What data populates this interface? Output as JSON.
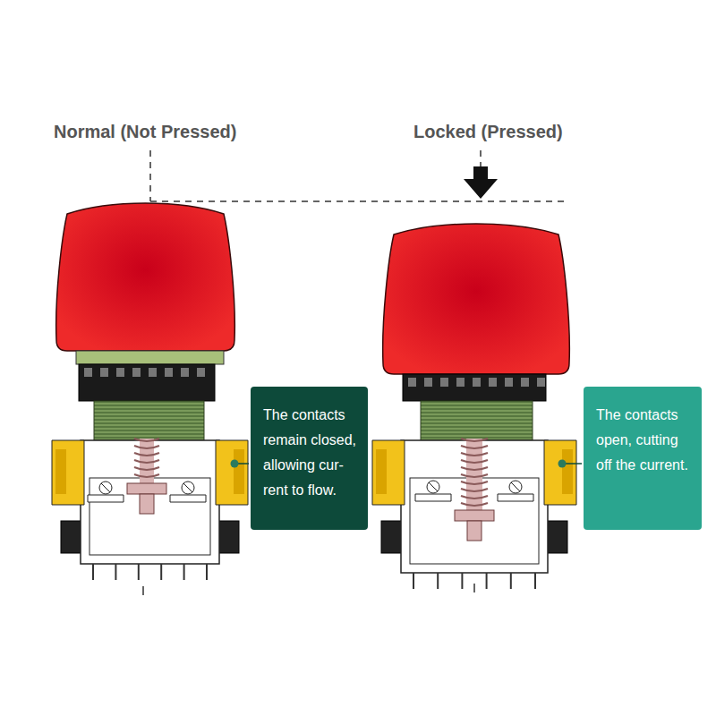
{
  "diagram": {
    "nodes": [
      {
        "text": [
          "The contacts remain closed, allowing cur- rent to flow."
        ]
      },
      {
        "text": [
          "The contacts open, cutting off the current."
        ]
      }
    ],
    "labels": [
      "Normal (Not Pressed)",
      "Locked (Pressed)"
    ]
  }
}
